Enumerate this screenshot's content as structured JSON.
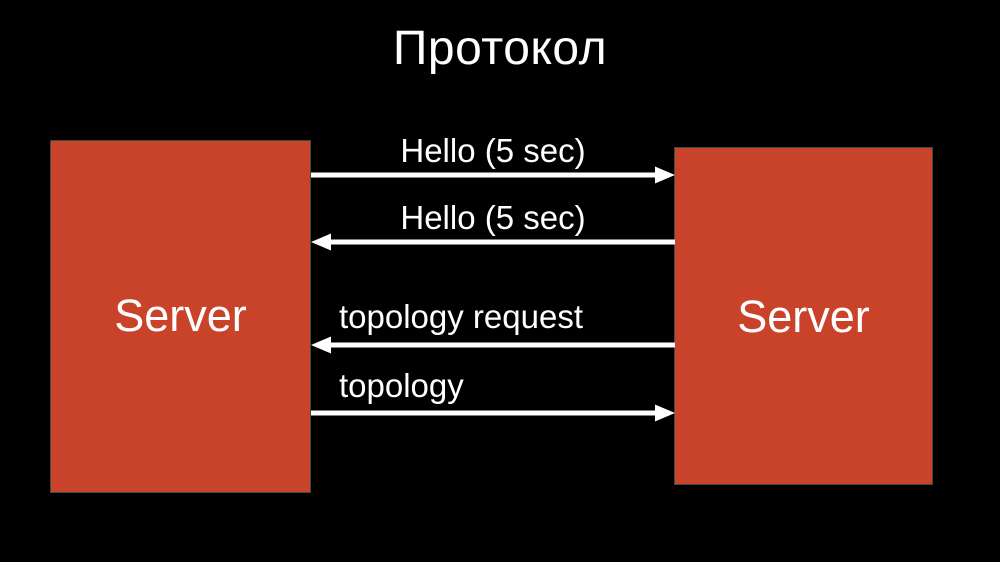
{
  "slide": {
    "title": "Протокол",
    "background_color": "#000000",
    "text_color": "#ffffff"
  },
  "nodes": {
    "left": {
      "label": "Server",
      "fill_color": "#c8432a"
    },
    "right": {
      "label": "Server",
      "fill_color": "#c8432a"
    }
  },
  "messages": [
    {
      "label": "Hello (5 sec)",
      "direction": "right",
      "align": "center"
    },
    {
      "label": "Hello (5 sec)",
      "direction": "left",
      "align": "center"
    },
    {
      "label": "topology request",
      "direction": "left",
      "align": "left"
    },
    {
      "label": "topology",
      "direction": "right",
      "align": "left"
    }
  ],
  "colors": {
    "accent": "#c8432a",
    "arrow": "#ffffff",
    "background": "#000000",
    "box_border": "#3d4b41"
  }
}
